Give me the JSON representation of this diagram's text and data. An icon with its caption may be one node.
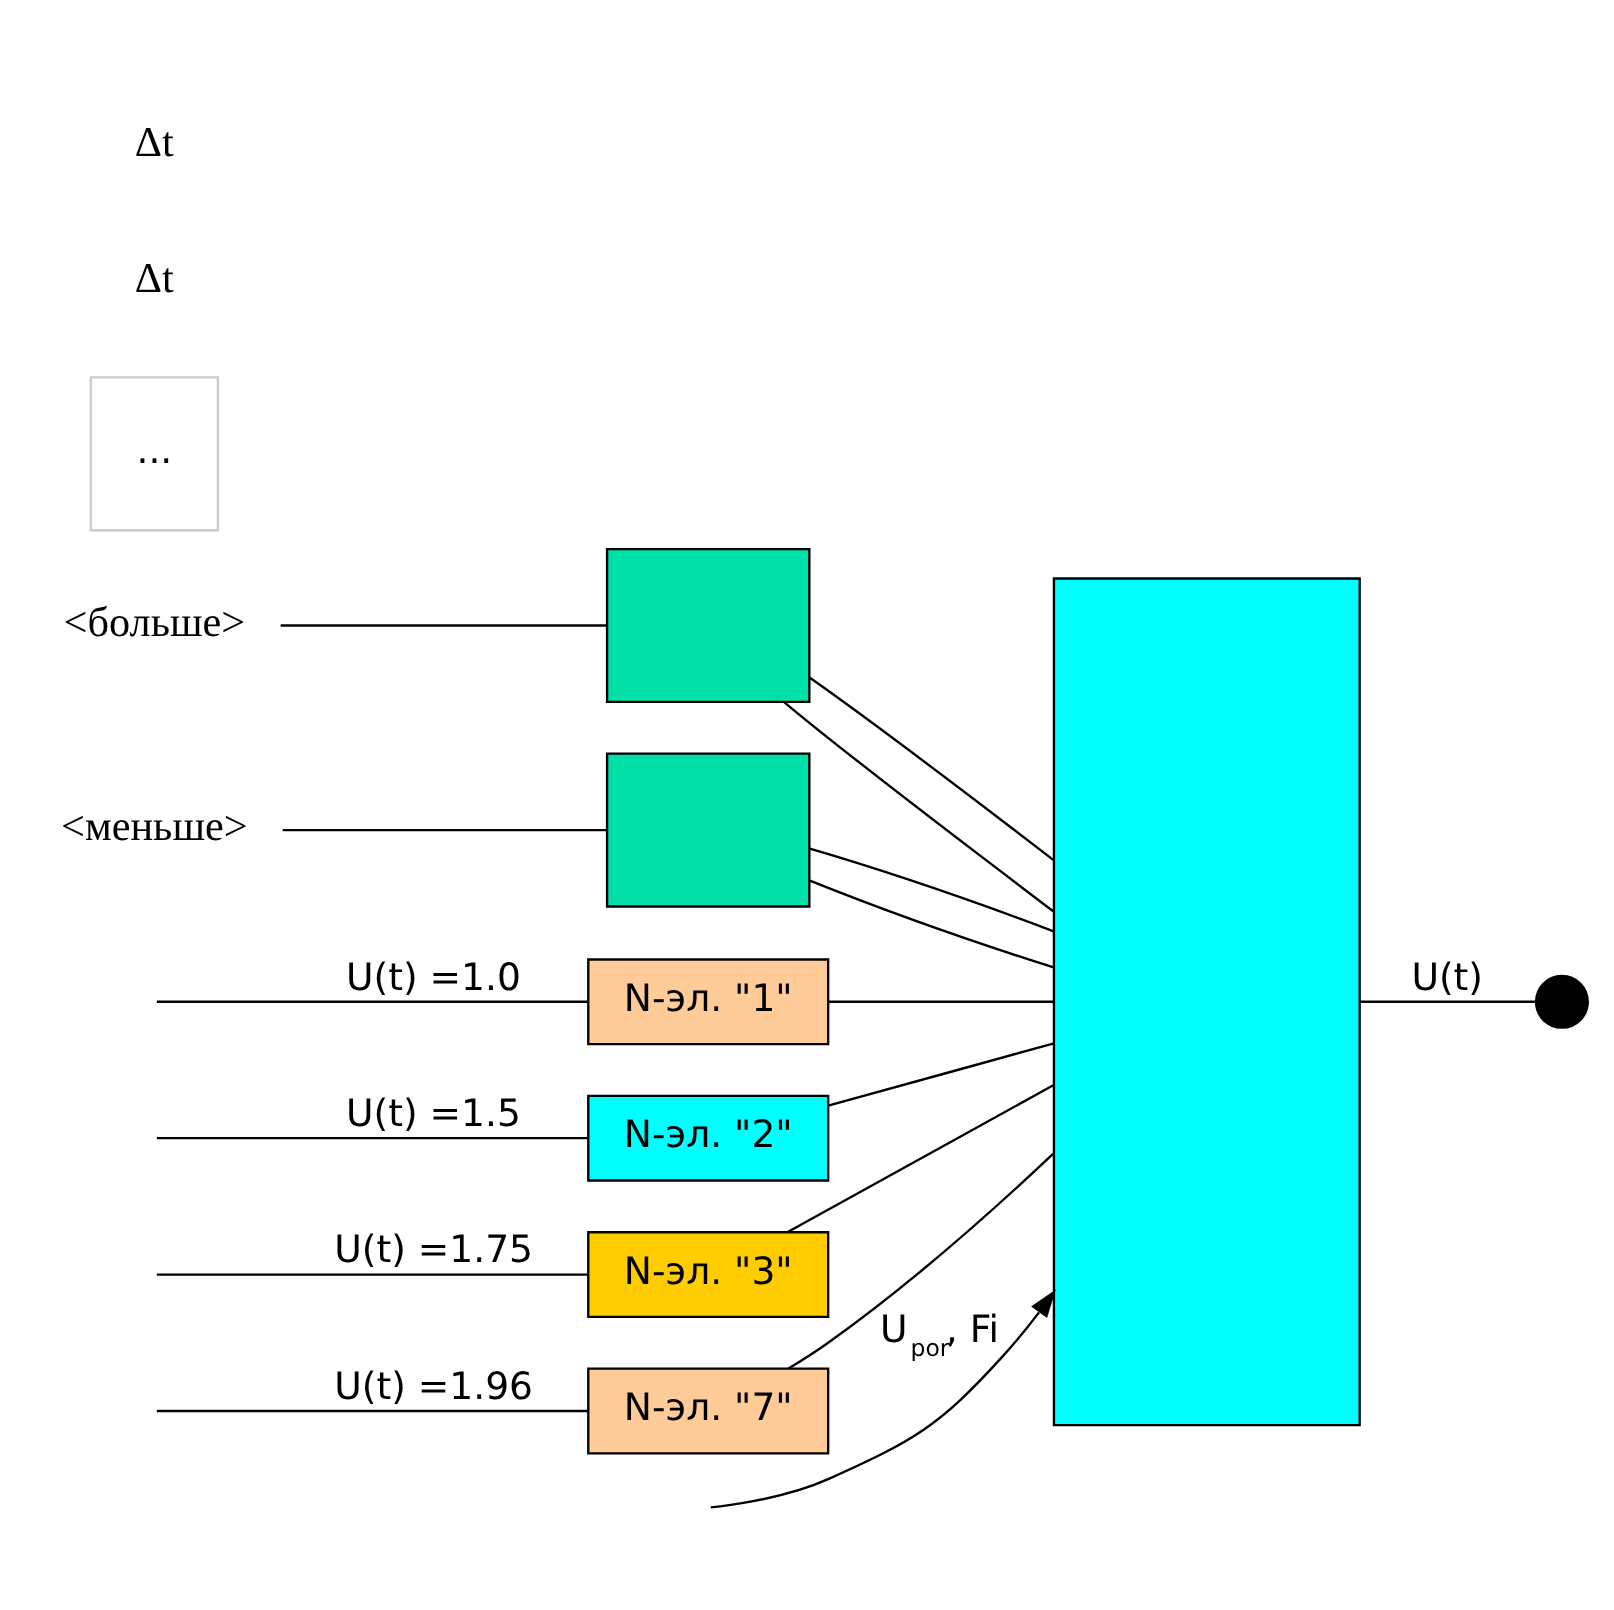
{
  "diagram": {
    "nodes": [
      {
        "text": [
          "<больше>"
        ]
      },
      {
        "text": [],
        "shape": "box"
      },
      {
        "text": [
          "<меньше>"
        ]
      },
      {
        "text": [],
        "shape": "box"
      },
      {
        "text": [],
        "shape": "box"
      },
      {
        "text": [
          "N-эл. \"1\""
        ]
      },
      {
        "text": [
          "N-эл. \"2\""
        ]
      },
      {
        "text": [
          "N-эл. \"3\""
        ]
      },
      {
        "text": [
          "..."
        ]
      },
      {
        "text": [
          "N-эл. \"7\""
        ]
      },
      {
        "text": [],
        "shape": "circle"
      }
    ],
    "edges": [
      {
        "from": 0,
        "to": 1,
        "arrow": "none"
      },
      {
        "from": 2,
        "to": 3,
        "arrow": "none"
      },
      {
        "from": null,
        "to": 5,
        "arrow": "none",
        "label": "U(t) =1.0"
      },
      {
        "from": null,
        "to": 6,
        "arrow": "none",
        "label": "U(t) =1.5"
      },
      {
        "from": null,
        "to": 7,
        "arrow": "none",
        "label": "U(t) =1.75"
      },
      {
        "from": null,
        "to": 9,
        "arrow": "none",
        "label": "U(t) =1.96"
      },
      {
        "from": 5,
        "to": 4,
        "arrow": "none"
      },
      {
        "from": 6,
        "to": 4,
        "arrow": "none"
      },
      {
        "from": 7,
        "to": 4,
        "arrow": "none"
      },
      {
        "from": 9,
        "to": 4,
        "arrow": "none"
      },
      {
        "from": 1,
        "to": 4,
        "arrow": "none"
      },
      {
        "from": 1,
        "to": 4,
        "arrow": "none"
      },
      {
        "from": 3,
        "to": 4,
        "arrow": "none"
      },
      {
        "from": 3,
        "to": 4,
        "arrow": "none"
      },
      {
        "from": 4,
        "to": 10,
        "arrow": "none",
        "label": "U(t)"
      },
      {
        "from": null,
        "to": 4,
        "arrow": "to",
        "label": "U$_{por}$, Fi"
      }
    ],
    "labels": [
      "Δt",
      "Δt"
    ]
  }
}
